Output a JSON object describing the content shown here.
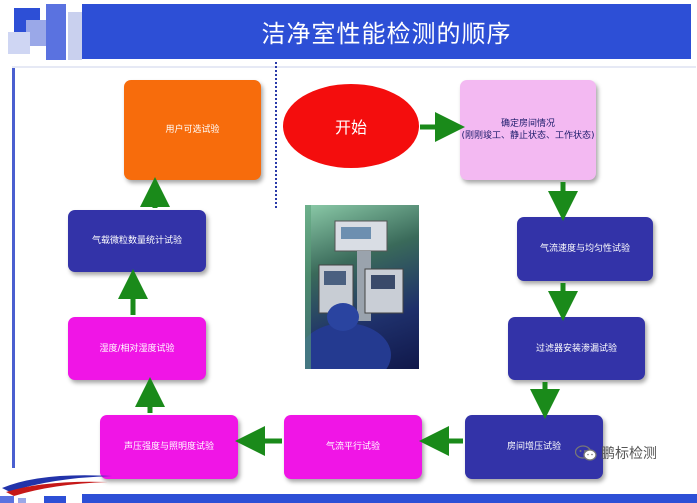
{
  "title": "洁净室性能检测的顺序",
  "start": "开始",
  "steps": {
    "confirm_room": "确定房间情况\n(刚刚竣工、静止状态、工作状态)",
    "airflow_velocity": "气流速度与均匀性试验",
    "filter_leak": "过滤器安装渗漏试验",
    "room_pressure": "房间增压试验",
    "airflow_parallel": "气流平行试验",
    "sound_light": "声压强度与照明度试验",
    "humidity": "湿度/相对湿度试验",
    "particle_count": "气载微粒数量统计试验",
    "user_optional": "用户可选试验"
  },
  "watermark": "鹏标检测",
  "colors": {
    "title_bar": "#2d4fd6",
    "blue_box": "#3333a8",
    "magenta_box": "#f015e6",
    "orange_box": "#f76c0c",
    "pink_box": "#f3b9f2",
    "start_oval": "#f40d0d",
    "arrow": "#1a8a1a"
  }
}
